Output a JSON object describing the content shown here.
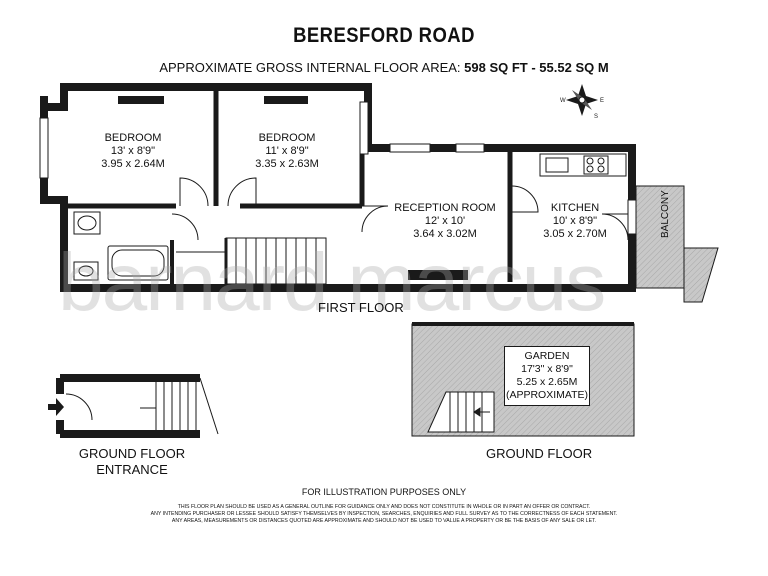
{
  "header": {
    "title": "BERESFORD ROAD",
    "area_prefix": "APPROXIMATE GROSS INTERNAL FLOOR AREA:",
    "area_value": "598 SQ FT  -  55.52 SQ M"
  },
  "rooms": {
    "bedroom1": {
      "name": "BEDROOM",
      "imperial": "13' x 8'9\"",
      "metric": "3.95 x 2.64M"
    },
    "bedroom2": {
      "name": "BEDROOM",
      "imperial": "11' x 8'9\"",
      "metric": "3.35 x 2.63M"
    },
    "reception": {
      "name": "RECEPTION ROOM",
      "imperial": "12' x 10'",
      "metric": "3.64 x 3.02M"
    },
    "kitchen": {
      "name": "KITCHEN",
      "imperial": "10' x 8'9\"",
      "metric": "3.05 x 2.70M"
    },
    "balcony": {
      "name": "BALCONY"
    },
    "garden": {
      "name": "GARDEN",
      "imperial": "17'3\" x 8'9\"",
      "metric": "5.25 x 2.65M",
      "note": "(APPROXIMATE)"
    }
  },
  "floors": {
    "first": "FIRST FLOOR",
    "ground": "GROUND FLOOR",
    "entrance_line1": "GROUND FLOOR",
    "entrance_line2": "ENTRANCE"
  },
  "watermark": "barnard marcus",
  "compass_icon": "compass-rose-icon",
  "footer": {
    "illustration": "FOR ILLUSTRATION PURPOSES ONLY",
    "disclaimer_1": "THIS FLOOR PLAN SHOULD BE USED AS A GENERAL OUTLINE FOR GUIDANCE ONLY AND DOES NOT CONSTITUTE IN WHOLE OR IN PART AN OFFER OR CONTRACT.",
    "disclaimer_2": "ANY INTENDING PURCHASER OR LESSEE SHOULD SATISFY THEMSELVES BY INSPECTION, SEARCHES, ENQUIRIES AND FULL SURVEY AS TO THE CORRECTNESS OF EACH STATEMENT.",
    "disclaimer_3": "ANY AREAS, MEASUREMENTS OR DISTANCES QUOTED ARE APPROXIMATE AND SHOULD NOT BE USED TO VALUE A PROPERTY OR BE THE BASIS OF ANY SALE OR LET."
  },
  "colors": {
    "wall": "#1a1a1a",
    "hatch": "#bdbdbd",
    "fill": "#ffffff"
  }
}
